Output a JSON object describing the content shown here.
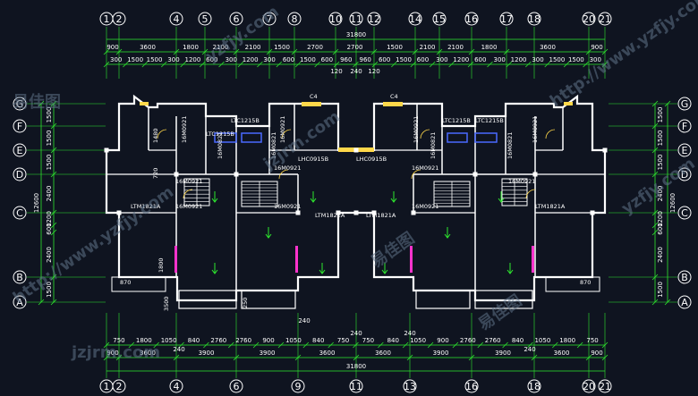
{
  "colors": {
    "background": "#0f1420",
    "dim": "#2ee82e",
    "wall": "#ffffff",
    "text": "#ffffff",
    "axis_bubble": "#ffffff",
    "window": "#ffd84a",
    "door": "#ffd84a",
    "accent_magenta": "#ff33cc",
    "fixture": "#4a6aff",
    "watermark": "#5f7389"
  },
  "axes": {
    "top": [
      "1",
      "2",
      "4",
      "5",
      "6",
      "7",
      "8",
      "10",
      "11",
      "12",
      "14",
      "15",
      "16",
      "17",
      "18",
      "20",
      "21"
    ],
    "bottom": [
      "1",
      "2",
      "4",
      "6",
      "9",
      "11",
      "13",
      "16",
      "18",
      "20",
      "21"
    ],
    "left": [
      "G",
      "F",
      "E",
      "D",
      "C",
      "B",
      "A"
    ],
    "right": [
      "G",
      "F",
      "E",
      "D",
      "C",
      "B",
      "A"
    ]
  },
  "top_dims": {
    "total": "31800",
    "row1": [
      "900",
      "3600",
      "1800",
      "2100",
      "2100",
      "1500",
      "2700",
      "2700",
      "1500",
      "2100",
      "2100",
      "1800",
      "3600",
      "900"
    ],
    "row2": [
      "300",
      "1500",
      "1500",
      "300",
      "1200",
      "600",
      "300",
      "1200",
      "300",
      "600",
      "1500",
      "600",
      "960",
      "960",
      "600",
      "1500",
      "600",
      "300",
      "1200",
      "600",
      "300",
      "1200",
      "300",
      "1500",
      "1500",
      "300"
    ],
    "small": [
      "120",
      "240",
      "120"
    ]
  },
  "bottom_dims": {
    "row1": [
      "750",
      "1800",
      "1050",
      "840",
      "2760",
      "2760",
      "900",
      "1050",
      "840",
      "750",
      "750",
      "840",
      "1050",
      "900",
      "2760",
      "2760",
      "840",
      "1050",
      "1800",
      "750"
    ],
    "row2": [
      "900",
      "3600",
      "3900",
      "3900",
      "3600",
      "3600",
      "3900",
      "3900",
      "3600",
      "900"
    ],
    "total": "31800",
    "small": [
      "240",
      "240",
      "240",
      "240"
    ]
  },
  "left_dims": [
    "1500",
    "1500",
    "1500",
    "2400",
    "1200",
    "600",
    "2400",
    "1500"
  ],
  "left_total": "12600",
  "right_dims": [
    "1500",
    "1500",
    "1500",
    "2400",
    "1200",
    "600",
    "2400",
    "1500"
  ],
  "right_total": "12600",
  "labels": {
    "c4": "C4",
    "ltc_left": "LTC1215B",
    "ltc_left2": "LTC1215B",
    "ltc_right": "LTC1215B",
    "ltc_right2": "LTC1215B",
    "lhc_left": "LHC0915B",
    "lhc_right": "LHC0915B",
    "ltm1821a_1": "LTM1821A",
    "ltm1821a_2": "LTM1821A",
    "ltm1821a_3": "LTM1821A",
    "ltm1821a_4": "LTM1821A",
    "m0921": "16M0921",
    "m0821": "16M0821",
    "d720": "720",
    "d1480": "1480",
    "d870": "870",
    "d1800": "1800",
    "d3500": "3500",
    "d250": "250"
  },
  "watermark_lines": [
    "易佳图",
    "jzjrm.com",
    "yzfjy.com",
    "http://www.yzfjy.com"
  ]
}
